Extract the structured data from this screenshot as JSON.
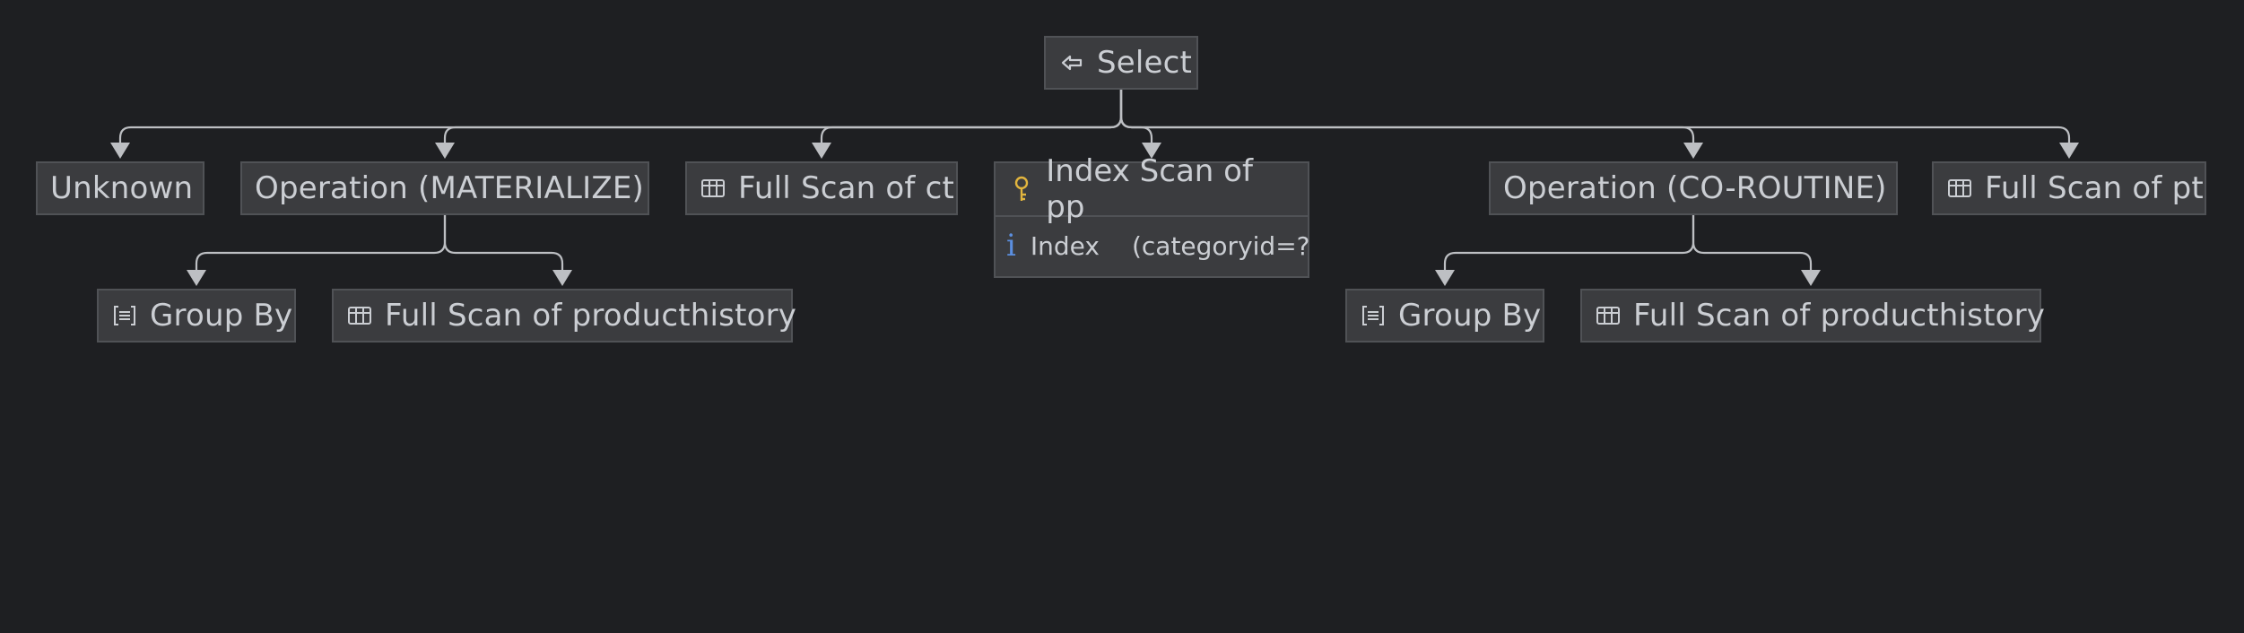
{
  "nodes": {
    "select": {
      "label": "Select",
      "icon": "select-arrow-icon"
    },
    "unknown": {
      "label": "Unknown"
    },
    "materialize": {
      "label": "Operation (MATERIALIZE)"
    },
    "scan_ct": {
      "label": "Full Scan of ct",
      "icon": "table-icon"
    },
    "index_pp": {
      "label": "Index Scan of pp",
      "icon": "key-icon",
      "detail_key": "Index",
      "detail_value": "(categoryid=?",
      "detail_icon": "info-icon"
    },
    "coroutine": {
      "label": "Operation (CO-ROUTINE)"
    },
    "scan_pt": {
      "label": "Full Scan of pt",
      "icon": "table-icon"
    },
    "groupby_1": {
      "label": "Group By",
      "icon": "group-by-icon"
    },
    "scan_ph_1": {
      "label": "Full Scan of producthistory",
      "icon": "table-icon"
    },
    "groupby_2": {
      "label": "Group By",
      "icon": "group-by-icon"
    },
    "scan_ph_2": {
      "label": "Full Scan of producthistory",
      "icon": "table-icon"
    }
  },
  "colors": {
    "background": "#1e1f22",
    "node_fill": "#3b3c3f",
    "node_border": "#505256",
    "text": "#cbced3",
    "edge": "#bdbfc3",
    "key_icon": "#e2b53e",
    "info_icon": "#5b8fe0"
  }
}
